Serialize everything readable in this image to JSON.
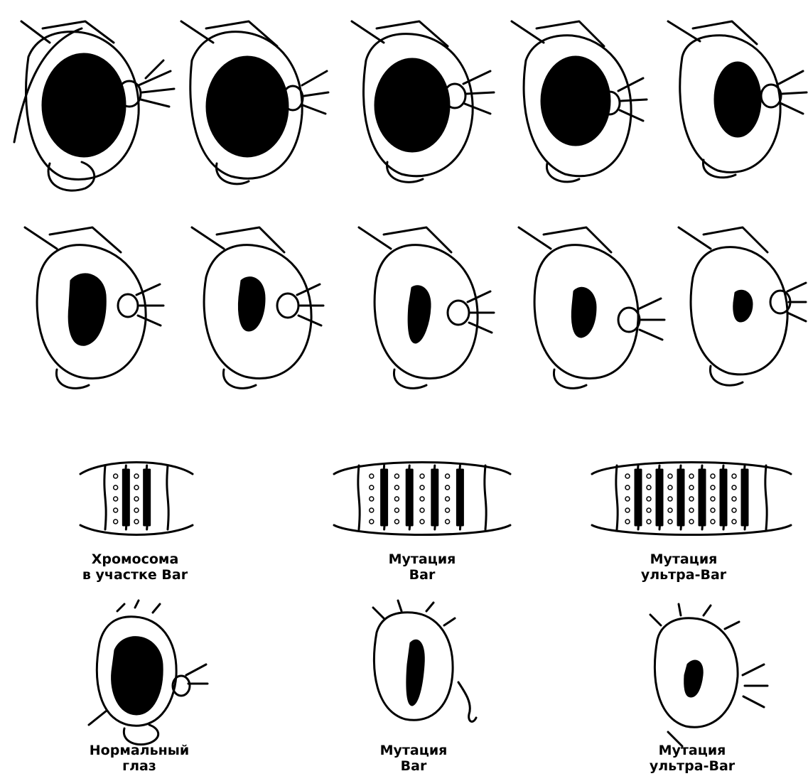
{
  "figure": {
    "row1_heads": [
      "head-1",
      "head-2",
      "head-3",
      "head-4",
      "head-5"
    ],
    "row2_heads": [
      "head-6",
      "head-7",
      "head-8",
      "head-9",
      "head-10"
    ],
    "chromosomes": [
      {
        "name": "chromosome-normal",
        "bands": 2,
        "line1": "Хромосома",
        "line2": "в участке Bar"
      },
      {
        "name": "chromosome-bar",
        "bands": 4,
        "line1": "Мутация",
        "line2": "Bar"
      },
      {
        "name": "chromosome-ultrabar",
        "bands": 6,
        "line1": "Мутация",
        "line2": "ультра-Bar"
      }
    ],
    "bottom_eyes": [
      {
        "name": "eye-normal",
        "line1": "Нормальный",
        "line2": "глаз"
      },
      {
        "name": "eye-bar",
        "line1": "Мутация",
        "line2": "Bar"
      },
      {
        "name": "eye-ultrabar",
        "line1": "Мутация",
        "line2": "ультра-Bar"
      }
    ]
  }
}
